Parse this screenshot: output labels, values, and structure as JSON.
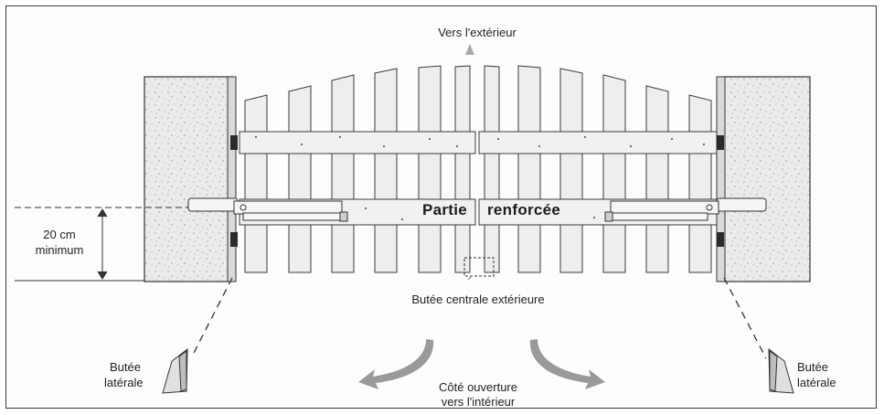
{
  "labels": {
    "outside": "Vers l'extérieur",
    "reinforced_left": "Partie",
    "reinforced_right": "renforcée",
    "center_stop": "Butée centrale extérieure",
    "height_value": "20 cm",
    "height_note": "minimum",
    "side_stop_left_1": "Butée",
    "side_stop_left_2": "latérale",
    "side_stop_right_1": "Butée",
    "side_stop_right_2": "latérale",
    "opening_1": "Côté ouverture",
    "opening_2": "vers l'intérieur"
  },
  "colors": {
    "ink": "#2b2b2b",
    "pillar": "#ededed",
    "wood": "#ececec",
    "arrow": "#9a9a9a"
  },
  "icons": [
    "side-stop-icon",
    "pillar-left",
    "pillar-right",
    "motor-arm-left",
    "motor-arm-right",
    "hinge-icon"
  ]
}
